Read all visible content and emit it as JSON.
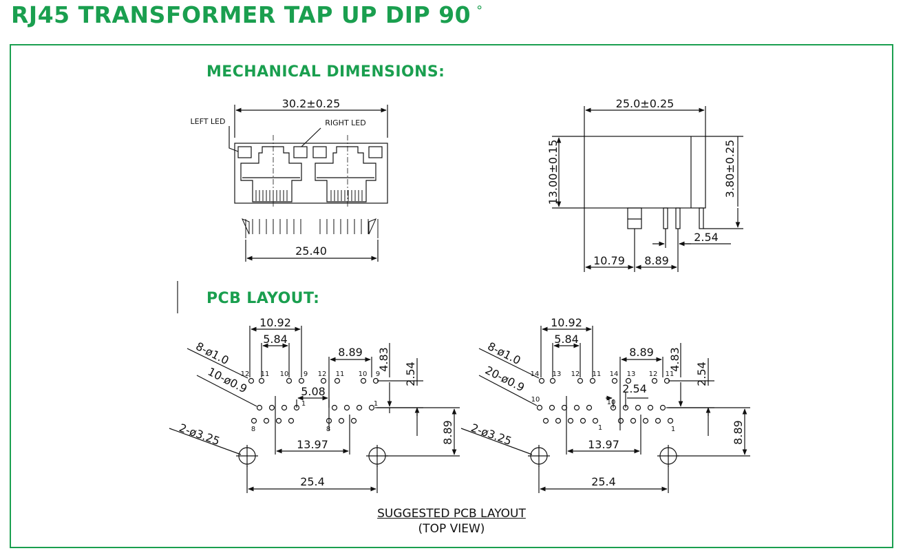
{
  "title": "RJ45 TRANSFORMER TAP UP DIP 90",
  "title_degree": "°",
  "sections": {
    "mechanical": "MECHANICAL DIMENSIONS:",
    "pcb": "PCB LAYOUT:"
  },
  "front_view": {
    "overall_width": "30.2±0.25",
    "left_led": "LEFT LED",
    "right_led": "RIGHT LED",
    "pin_span": "25.40"
  },
  "side_view": {
    "depth": "25.0±0.25",
    "height": "13.00±0.15",
    "pin_offset": "3.80±0.25",
    "pin_pitch": "2.54",
    "dim_a": "10.79",
    "dim_b": "8.89"
  },
  "pcb_left": {
    "w1": "10.92",
    "w2": "5.84",
    "w3": "8.89",
    "h1": "4.83",
    "h2": "2.54",
    "w4": "5.08",
    "w5": "13.97",
    "h3": "8.89",
    "w6": "25.4",
    "holes_a": "8-ø1.0",
    "holes_b": "10-ø0.9",
    "holes_c": "2-ø3.25",
    "pins": [
      "12",
      "11",
      "10",
      "9",
      "12",
      "11",
      "10",
      "9",
      "1",
      "8",
      "8",
      "1"
    ]
  },
  "pcb_right": {
    "w1": "10.92",
    "w2": "5.84",
    "w3": "8.89",
    "h1": "4.83",
    "h2": "2.54",
    "w4": "2.54",
    "w5": "13.97",
    "h3": "8.89",
    "w6": "25.4",
    "holes_a": "8-ø1.0",
    "holes_b": "20-ø0.9",
    "holes_c": "2-ø3.25",
    "pins": [
      "14",
      "13",
      "12",
      "11",
      "14",
      "13",
      "12",
      "11",
      "10",
      "10",
      "1",
      "1"
    ]
  },
  "caption": {
    "line1": "SUGGESTED PCB LAYOUT",
    "line2": "(TOP VIEW)"
  }
}
